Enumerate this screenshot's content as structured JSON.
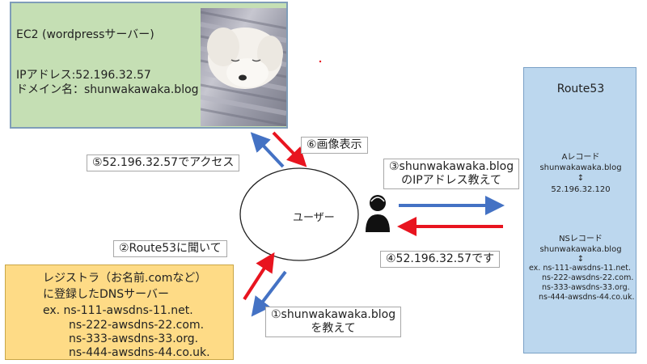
{
  "ec2": {
    "title": "EC2 (wordpressサーバー)",
    "ip": "IPアドレス:52.196.32.57",
    "domain": "ドメイン名：shunwakawaka.blog"
  },
  "route53": {
    "title": "Route53",
    "a_record": {
      "label": "Aレコード",
      "domain": "shunwakawaka.blog",
      "arrow": "↕",
      "ip": "52.196.32.120"
    },
    "ns_record": {
      "label": "NSレコード",
      "domain": "shunwakawaka.blog",
      "arrow": "↕",
      "servers": [
        "ex. ns-111-awsdns-11.net.",
        "ns-222-awsdns-22.com.",
        "ns-333-awsdns-33.org.",
        "ns-444-awsdns-44.co.uk."
      ]
    }
  },
  "registrar": {
    "lines": [
      "レジストラ（お名前.comなど）",
      "に登録したDNSサーバー",
      "ex. ns-111-awsdns-11.net.",
      "ns-222-awsdns-22.com.",
      "ns-333-awsdns-33.org.",
      "ns-444-awsdns-44.co.uk."
    ]
  },
  "user": {
    "label": "ユーザー"
  },
  "steps": {
    "s1": [
      "①shunwakawaka.blog",
      "を教えて"
    ],
    "s2": "②Route53に聞いて",
    "s3": [
      "③shunwakawaka.blog",
      "のIPアドレス教えて"
    ],
    "s4": "④52.196.32.57です",
    "s5": "⑤52.196.32.57でアクセス",
    "s6": "⑥画像表示"
  },
  "colors": {
    "request_arrow": "#4472c4",
    "response_arrow": "#e8141f",
    "ec2_fill": "#c5dfb4",
    "route53_fill": "#bcd7ee",
    "registrar_fill": "#fedb86"
  }
}
